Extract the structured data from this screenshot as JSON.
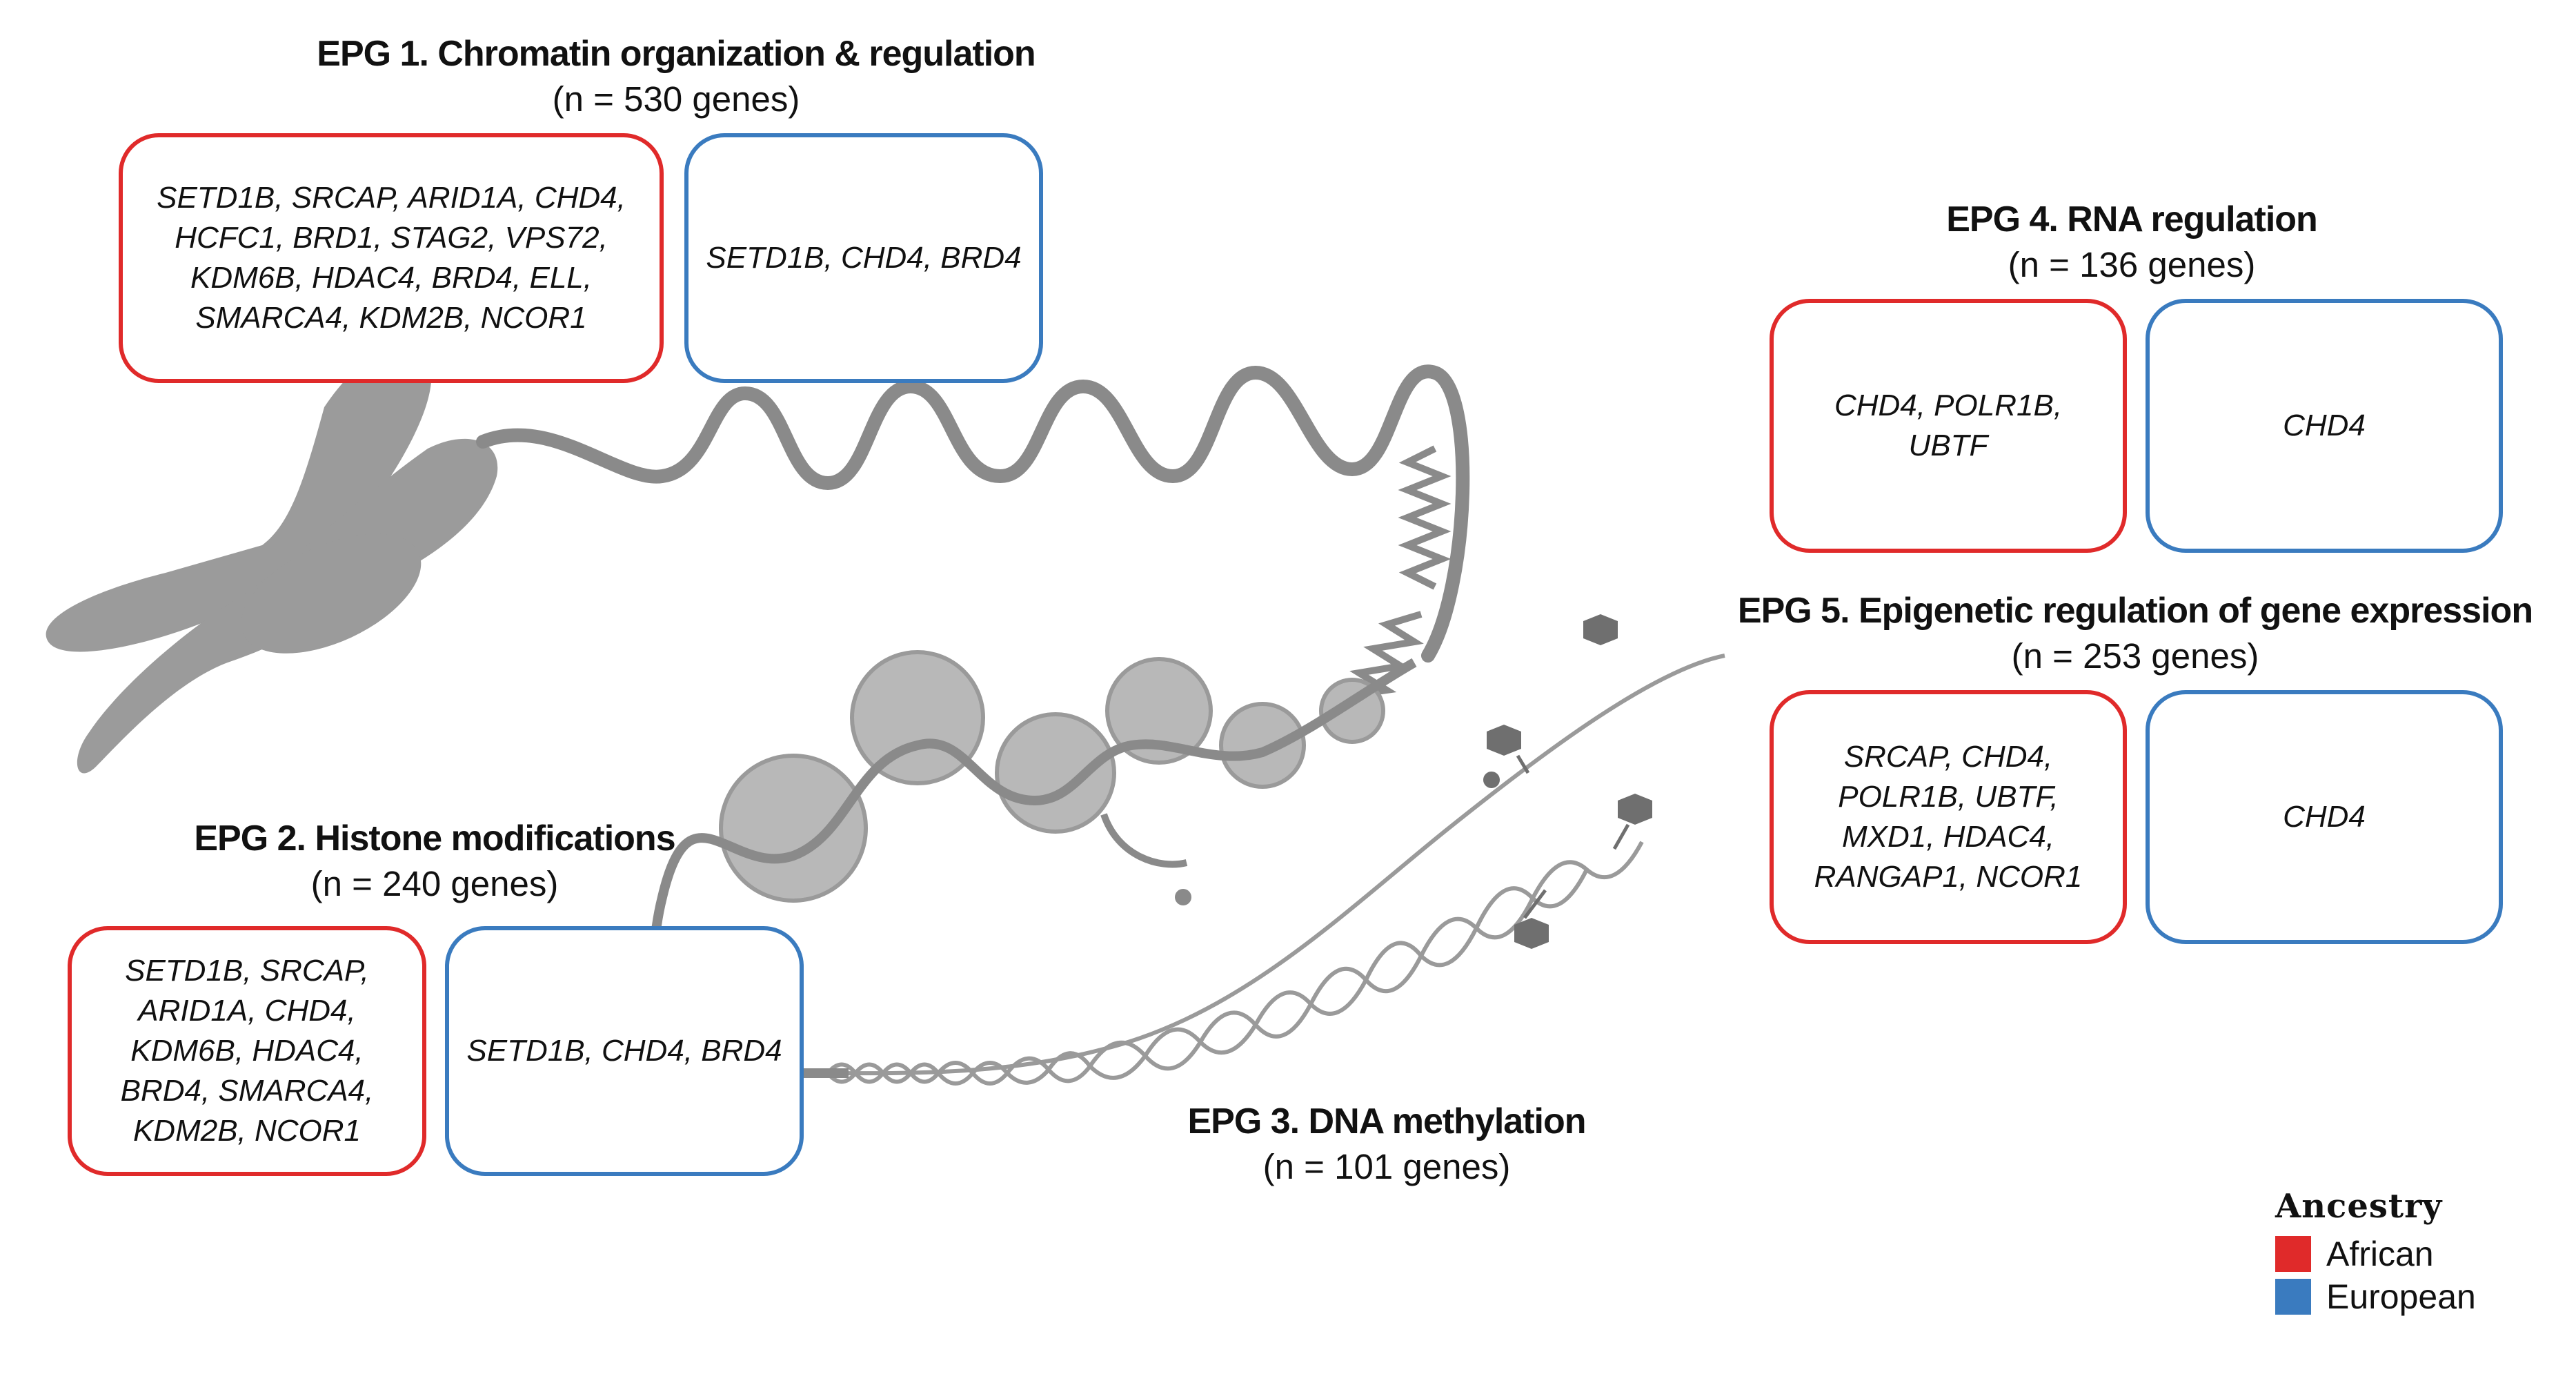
{
  "groups": {
    "epg1": {
      "title": "EPG 1. Chromatin organization & regulation",
      "count": "(n = 530 genes)",
      "african": "SETD1B, SRCAP, ARID1A, CHD4, HCFC1, BRD1, STAG2, VPS72, KDM6B, HDAC4, BRD4, ELL, SMARCA4, KDM2B, NCOR1",
      "european": "SETD1B, CHD4, BRD4"
    },
    "epg2": {
      "title": "EPG 2. Histone modifications",
      "count": "(n = 240 genes)",
      "african": "SETD1B, SRCAP, ARID1A, CHD4, KDM6B, HDAC4, BRD4, SMARCA4, KDM2B, NCOR1",
      "european": "SETD1B, CHD4, BRD4"
    },
    "epg3": {
      "title": "EPG 3. DNA methylation",
      "count": "(n = 101 genes)"
    },
    "epg4": {
      "title": "EPG 4. RNA regulation",
      "count": "(n = 136 genes)",
      "african": "CHD4, POLR1B, UBTF",
      "european": "CHD4"
    },
    "epg5": {
      "title": "EPG 5. Epigenetic regulation of gene expression",
      "count": "(n = 253 genes)",
      "african": "SRCAP, CHD4, POLR1B, UBTF, MXD1, HDAC4, RANGAP1, NCOR1",
      "european": "CHD4"
    }
  },
  "legend": {
    "title": "Ancestry",
    "items": [
      {
        "label": "African",
        "color": "#e02a2a"
      },
      {
        "label": "European",
        "color": "#3a7bbf"
      }
    ]
  },
  "icons": [
    "chromosome-icon",
    "chromatin-fiber-icon",
    "nucleosome-icon",
    "dna-helix-icon",
    "methyl-group-icon"
  ]
}
